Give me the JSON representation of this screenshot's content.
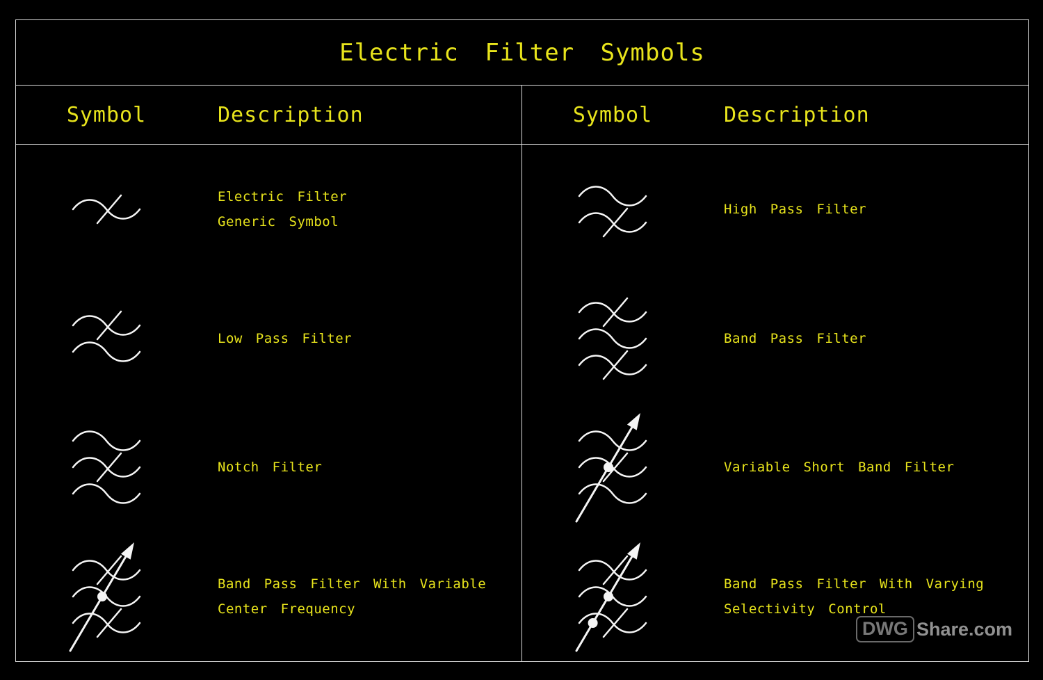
{
  "title": "Electric Filter Symbols",
  "headers": {
    "symbol": "Symbol",
    "description": "Description"
  },
  "colors": {
    "background": "#000000",
    "accent_yellow": "#e8e41c",
    "line_white": "#dcdcdc",
    "symbol_white": "#f5f5f5",
    "watermark_gray": "#9a9a9a"
  },
  "watermark": {
    "dwg": "DWG",
    "share": "Share.com"
  },
  "cells": [
    {
      "id": "electric-filter-generic",
      "description_lines": [
        "Electric Filter",
        "Generic Symbol"
      ],
      "symbol": {
        "waves": 1,
        "crossed": [
          0
        ],
        "arrow": false,
        "dots": []
      }
    },
    {
      "id": "high-pass-filter",
      "description_lines": [
        "High Pass Filter"
      ],
      "symbol": {
        "waves": 2,
        "crossed": [
          1
        ],
        "arrow": false,
        "dots": []
      }
    },
    {
      "id": "low-pass-filter",
      "description_lines": [
        "Low Pass Filter"
      ],
      "symbol": {
        "waves": 2,
        "crossed": [
          0
        ],
        "arrow": false,
        "dots": []
      }
    },
    {
      "id": "band-pass-filter",
      "description_lines": [
        "Band Pass Filter"
      ],
      "symbol": {
        "waves": 3,
        "crossed": [
          0,
          2
        ],
        "arrow": false,
        "dots": []
      }
    },
    {
      "id": "notch-filter",
      "description_lines": [
        "Notch Filter"
      ],
      "symbol": {
        "waves": 3,
        "crossed": [
          1
        ],
        "arrow": false,
        "dots": []
      }
    },
    {
      "id": "variable-short-band-filter",
      "description_lines": [
        "Variable Short Band Filter"
      ],
      "symbol": {
        "waves": 3,
        "crossed": [
          1
        ],
        "arrow": true,
        "dots": [
          1
        ]
      }
    },
    {
      "id": "band-pass-variable-center-frequency",
      "description_lines": [
        "Band Pass Filter With Variable",
        "Center Frequency"
      ],
      "symbol": {
        "waves": 3,
        "crossed": [
          0,
          2
        ],
        "arrow": true,
        "dots": [
          1
        ]
      }
    },
    {
      "id": "band-pass-varying-selectivity",
      "description_lines": [
        "Band Pass Filter With Varying",
        "Selectivity Control"
      ],
      "symbol": {
        "waves": 3,
        "crossed": [
          0,
          2
        ],
        "arrow": true,
        "dots": [
          1,
          2
        ]
      }
    }
  ]
}
